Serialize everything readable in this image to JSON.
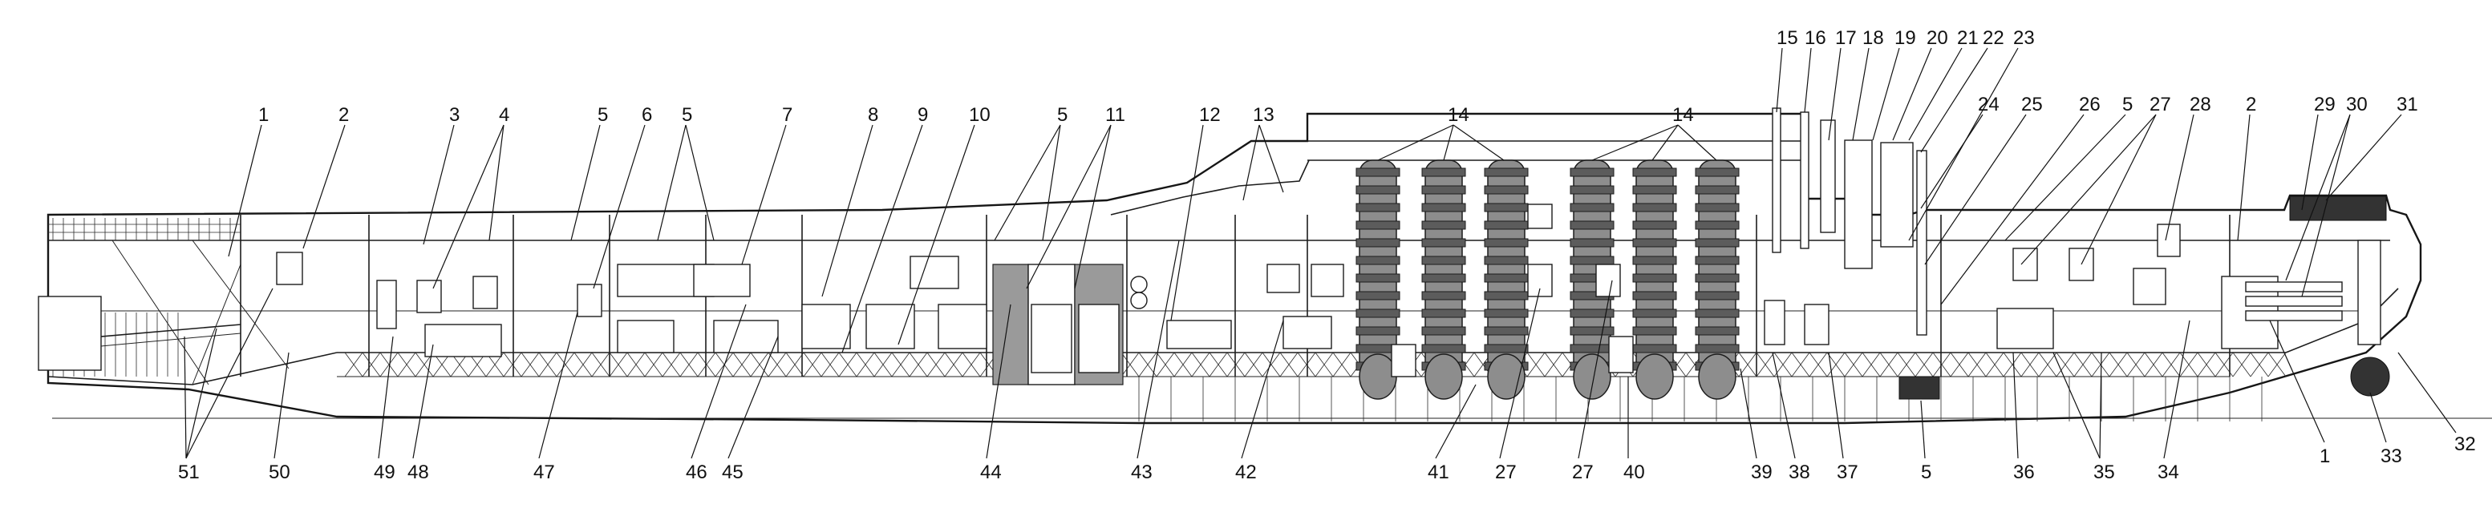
{
  "figure": {
    "labels": [
      "1",
      "2",
      "3",
      "4",
      "5",
      "6",
      "5",
      "7",
      "8",
      "9",
      "10",
      "5",
      "11",
      "12",
      "13",
      "14",
      "14",
      "15",
      "16",
      "17",
      "18",
      "19",
      "20",
      "21",
      "22",
      "23",
      "24",
      "25",
      "26",
      "5",
      "27",
      "28",
      "2",
      "29",
      "30",
      "31",
      "51",
      "50",
      "49",
      "48",
      "47",
      "46",
      "45",
      "44",
      "43",
      "42",
      "41",
      "27",
      "27",
      "40",
      "39",
      "38",
      "37",
      "5",
      "36",
      "35",
      "34",
      "1",
      "33",
      "32"
    ]
  }
}
